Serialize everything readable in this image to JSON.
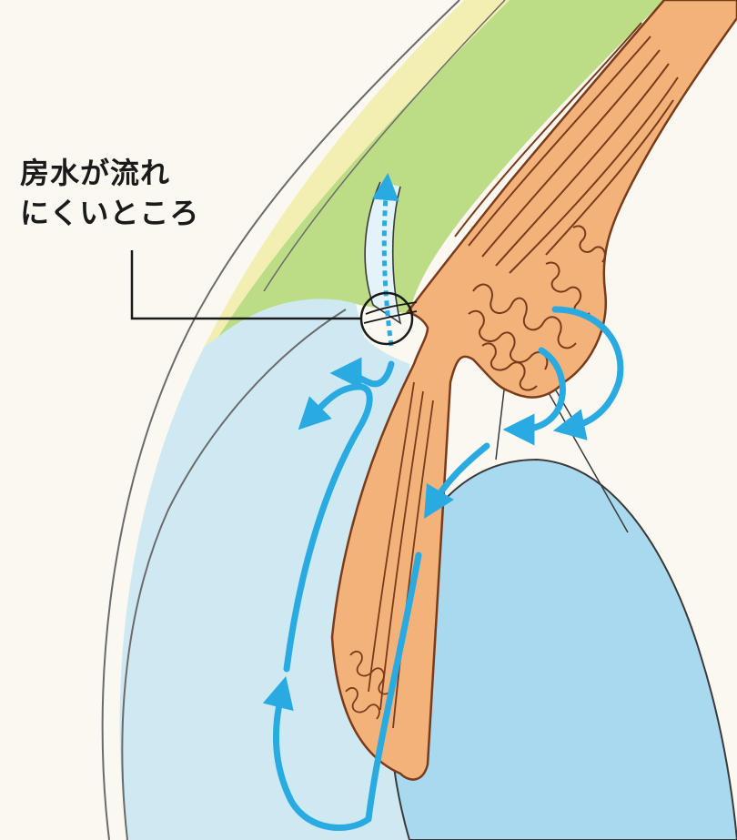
{
  "callout": {
    "line1": "房水が流れ",
    "line2": "にくいところ"
  },
  "colors": {
    "background": "#fbf8f1",
    "sclera_outer": "#f3efb2",
    "sclera": "#bcdc86",
    "cornea_aqueous": "#cfe9f3",
    "lens": "#a9d9ee",
    "ciliary_body": "#f2b27a",
    "tissue_outline": "#7a3b1a",
    "aqueous_flow_arrow": "#29abe2",
    "callout_line": "#1a1a1a"
  },
  "icons": [
    "flow-arrow",
    "blocked-outflow-marker"
  ]
}
